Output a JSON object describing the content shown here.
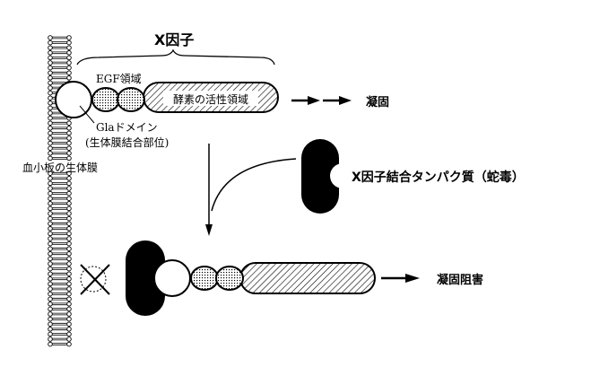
{
  "labels": {
    "factor_x": "X因子",
    "egf_domain": "EGF領域",
    "active_domain": "酵素の活性領域",
    "gla_domain": "Glaドメイン",
    "membrane_binding_site": "(生体膜結合部位)",
    "platelet_membrane": "血小板の生体膜",
    "coagulation": "凝固",
    "binding_protein": "X因子結合タンパク質（蛇毒）",
    "coagulation_inhibition": "凝固阻害"
  }
}
